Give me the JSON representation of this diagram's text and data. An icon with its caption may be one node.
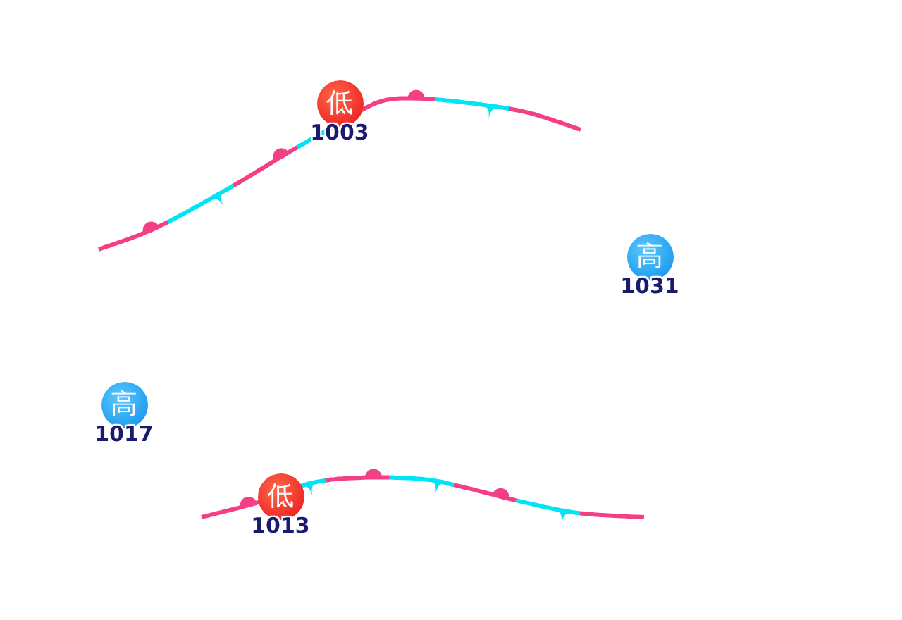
{
  "diagram": {
    "nodes": [
      {
        "text": [
          "低"
        ],
        "beside": [
          "1003"
        ]
      },
      {
        "text": [
          "高"
        ],
        "beside": [
          "1031"
        ]
      },
      {
        "text": [
          "高"
        ],
        "beside": [
          "1017"
        ]
      },
      {
        "text": [
          "低"
        ],
        "beside": [
          "1013"
        ]
      }
    ]
  }
}
